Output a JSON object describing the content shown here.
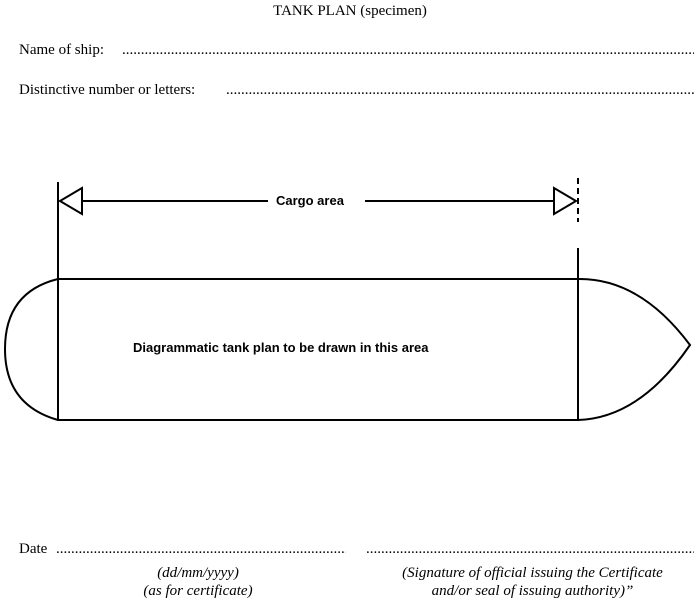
{
  "title": "TANK PLAN (specimen)",
  "fields": {
    "ship_name_label": "Name of ship:",
    "distinctive_label": "Distinctive number or letters:",
    "date_label": "Date"
  },
  "diagram": {
    "cargo_area_label": "Cargo area",
    "tank_plan_label": "Diagrammatic tank plan to be drawn in this area"
  },
  "footer": {
    "date_format": "(dd/mm/yyyy)",
    "date_note": "(as for certificate)",
    "signature_line1": "(Signature of official issuing the Certificate",
    "signature_line2": "and/or seal of issuing authority)”"
  }
}
